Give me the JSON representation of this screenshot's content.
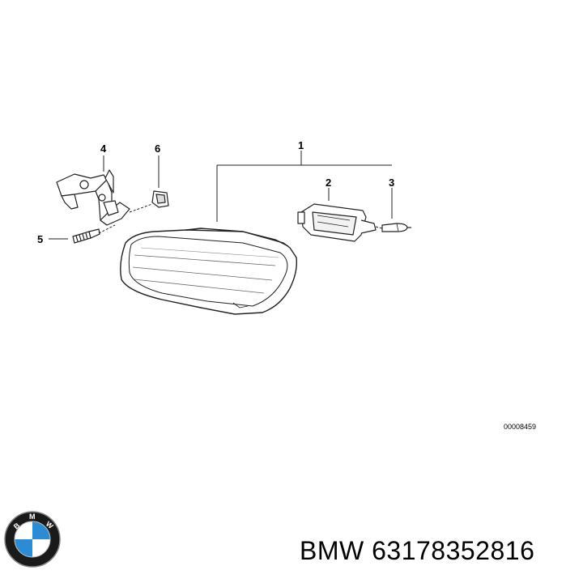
{
  "diagram": {
    "callouts": {
      "part_1": "1",
      "part_2": "2",
      "part_3": "3",
      "part_4": "4",
      "part_5": "5",
      "part_6": "6"
    },
    "reference_code": "00008459"
  },
  "caption": {
    "text": "BMW 63178352816"
  },
  "logo": {
    "icon": "bmw-roundel-icon",
    "lettering": "BMW",
    "colors": {
      "ring": "#1a1a1a",
      "blue": "#2b8bd4",
      "white": "#ffffff"
    }
  }
}
